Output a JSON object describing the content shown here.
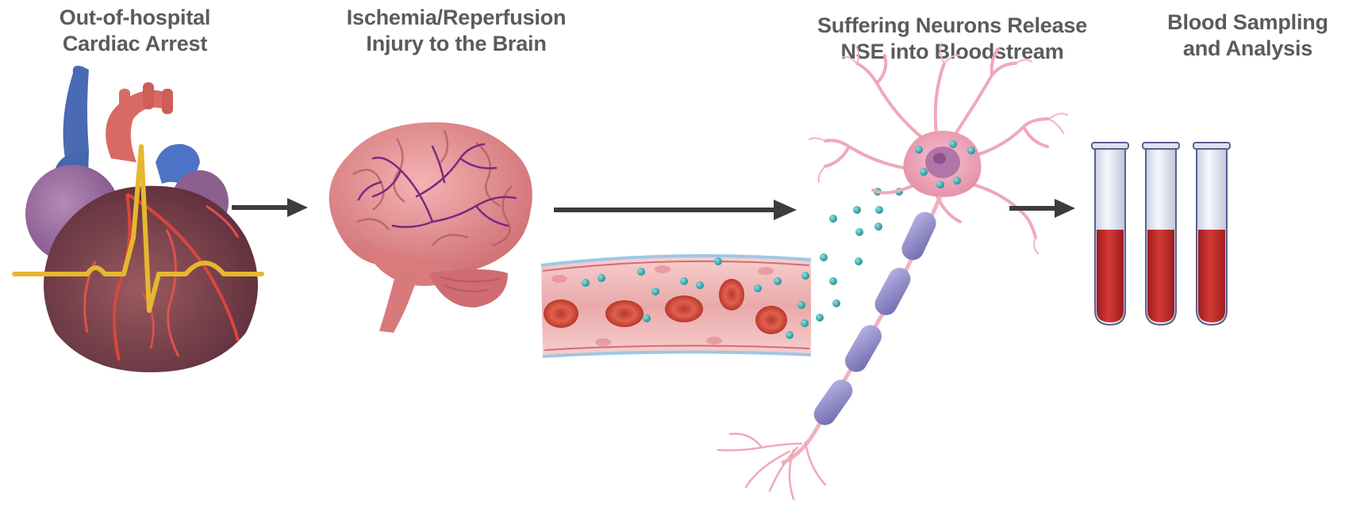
{
  "stages": [
    {
      "line1": "Out-of-hospital",
      "line2": "Cardiac Arrest"
    },
    {
      "line1": "Ischemia/Reperfusion",
      "line2": "Injury to the Brain"
    },
    {
      "line1": "Suffering Neurons Release",
      "line2": "NSE into Bloodstream"
    },
    {
      "line1": "Blood Sampling",
      "line2": "and Analysis"
    }
  ],
  "colors": {
    "title_text": "#5b5b5b",
    "arrow": "#3a3d3d",
    "heart_muscle": "#8a4b53",
    "heart_aorta": "#d96a63",
    "vein_blue": "#4a6bb3",
    "ecg_line": "#e6b72f",
    "brain": "#e48a8c",
    "brain_vessels": "#7a2a80",
    "vessel_wall": "#f2b7b7",
    "red_cell": "#d24a3a",
    "nse_particle": "#2fa6a8",
    "neuron": "#f0a8b8",
    "myelin": "#8c86c6",
    "blood": "#c4282a",
    "tube_glass": "#e9ecf4"
  },
  "icons": [
    "heart-icon",
    "brain-icon",
    "blood-vessel-icon",
    "neuron-icon",
    "test-tube-icon",
    "arrow-right-icon"
  ]
}
